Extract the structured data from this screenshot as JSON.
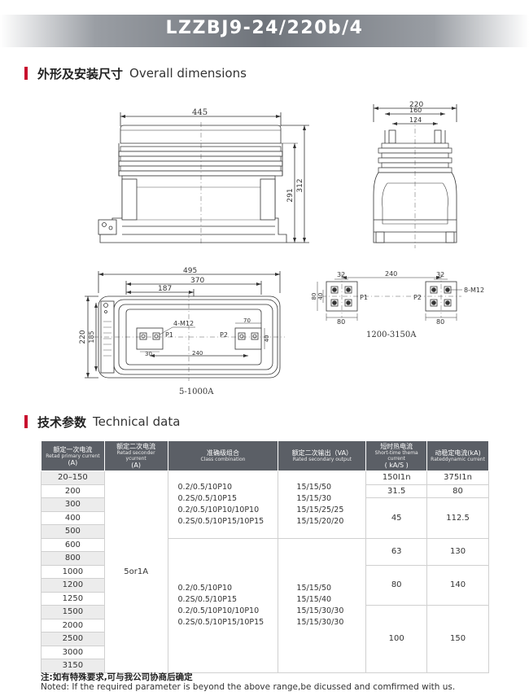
{
  "title": "LZZBJ9-24/220b/4",
  "sections": {
    "dimensions": {
      "zh": "外形及安装尺寸",
      "en": "Overall dimensions"
    },
    "technical": {
      "zh": "技术参数",
      "en": "Technical data"
    }
  },
  "drawing": {
    "front_width": "445",
    "front_height_inner": "291",
    "front_height_total": "312",
    "side_w_outer": "220",
    "side_w_mid": "160",
    "side_w_inner": "124",
    "top_w_total": "495",
    "top_w_base": "370",
    "top_w_half": "187",
    "top_h_total": "220",
    "top_h_inner": "185",
    "top_bolt_label": "4-M12",
    "top_p1": "P1",
    "top_p2": "P2",
    "top_dim_70": "70",
    "top_dim_40": "40",
    "top_dim_240": "240",
    "top_dim_30": "30",
    "top_caption": "5-1000A",
    "term_dim_32a": "32",
    "term_dim_32b": "32",
    "term_dim_240": "240",
    "term_dim_80a": "80",
    "term_dim_80b": "80",
    "term_dim_80v": "80",
    "term_dim_40v": "40",
    "term_p1": "P1",
    "term_p2": "P2",
    "term_bolt_label": "8-M12",
    "term_caption": "1200-3150A"
  },
  "table": {
    "headers": [
      {
        "zh": "额定一次电流",
        "en": "Retad primary current",
        "unit": "(A)"
      },
      {
        "zh": "额定二次电流",
        "en": "Retad seconder ycurrent",
        "unit": "(A)"
      },
      {
        "zh": "准确级组合",
        "en": "Class combination",
        "unit": ""
      },
      {
        "zh": "额定二次输出（VA）",
        "en": "Rated secondary output",
        "unit": ""
      },
      {
        "zh": "短时热电流",
        "en": "Short-time thema current",
        "unit": "( kA/S )"
      },
      {
        "zh": "动稳定电流(kA)",
        "en": "Rateddynamic current",
        "unit": ""
      }
    ],
    "primary_currents": [
      "20–150",
      "200",
      "300",
      "400",
      "500",
      "600",
      "800",
      "1000",
      "1200",
      "1250",
      "1500",
      "2000",
      "2500",
      "3000",
      "3150"
    ],
    "secondary_current": "5or1A",
    "class_group_1": [
      "0.2/0.5/10P10",
      "0.2S/0.5/10P15",
      "0.2/0.5/10P10/10P10",
      "0.2S/0.5/10P15/10P15"
    ],
    "output_group_1": [
      "15/15/50",
      "15/15/30",
      "15/15/25/25",
      "15/15/20/20"
    ],
    "class_group_2": [
      "0.2/0.5/10P10",
      "0.2S/0.5/10P15",
      "0.2/0.5/10P10/10P10",
      "0.2S/0.5/10P15/10P15"
    ],
    "output_group_2": [
      "15/15/50",
      "15/15/40",
      "15/15/30/30",
      "15/15/30/30"
    ],
    "thermal": [
      "150I1n",
      "31.5",
      "45",
      "63",
      "80",
      "100"
    ],
    "dynamic": [
      "375I1n",
      "80",
      "112.5",
      "130",
      "140",
      "150"
    ]
  },
  "notes": {
    "zh": "注:如有特殊要求,可与我公司协商后确定",
    "en": "Noted: If the required parameter is beyond the above range,be dicussed and comfirmed with us."
  },
  "colors": {
    "accent": "#c8102e",
    "header_bg": "#5b5f66",
    "banner_dark": "#6f747b"
  }
}
